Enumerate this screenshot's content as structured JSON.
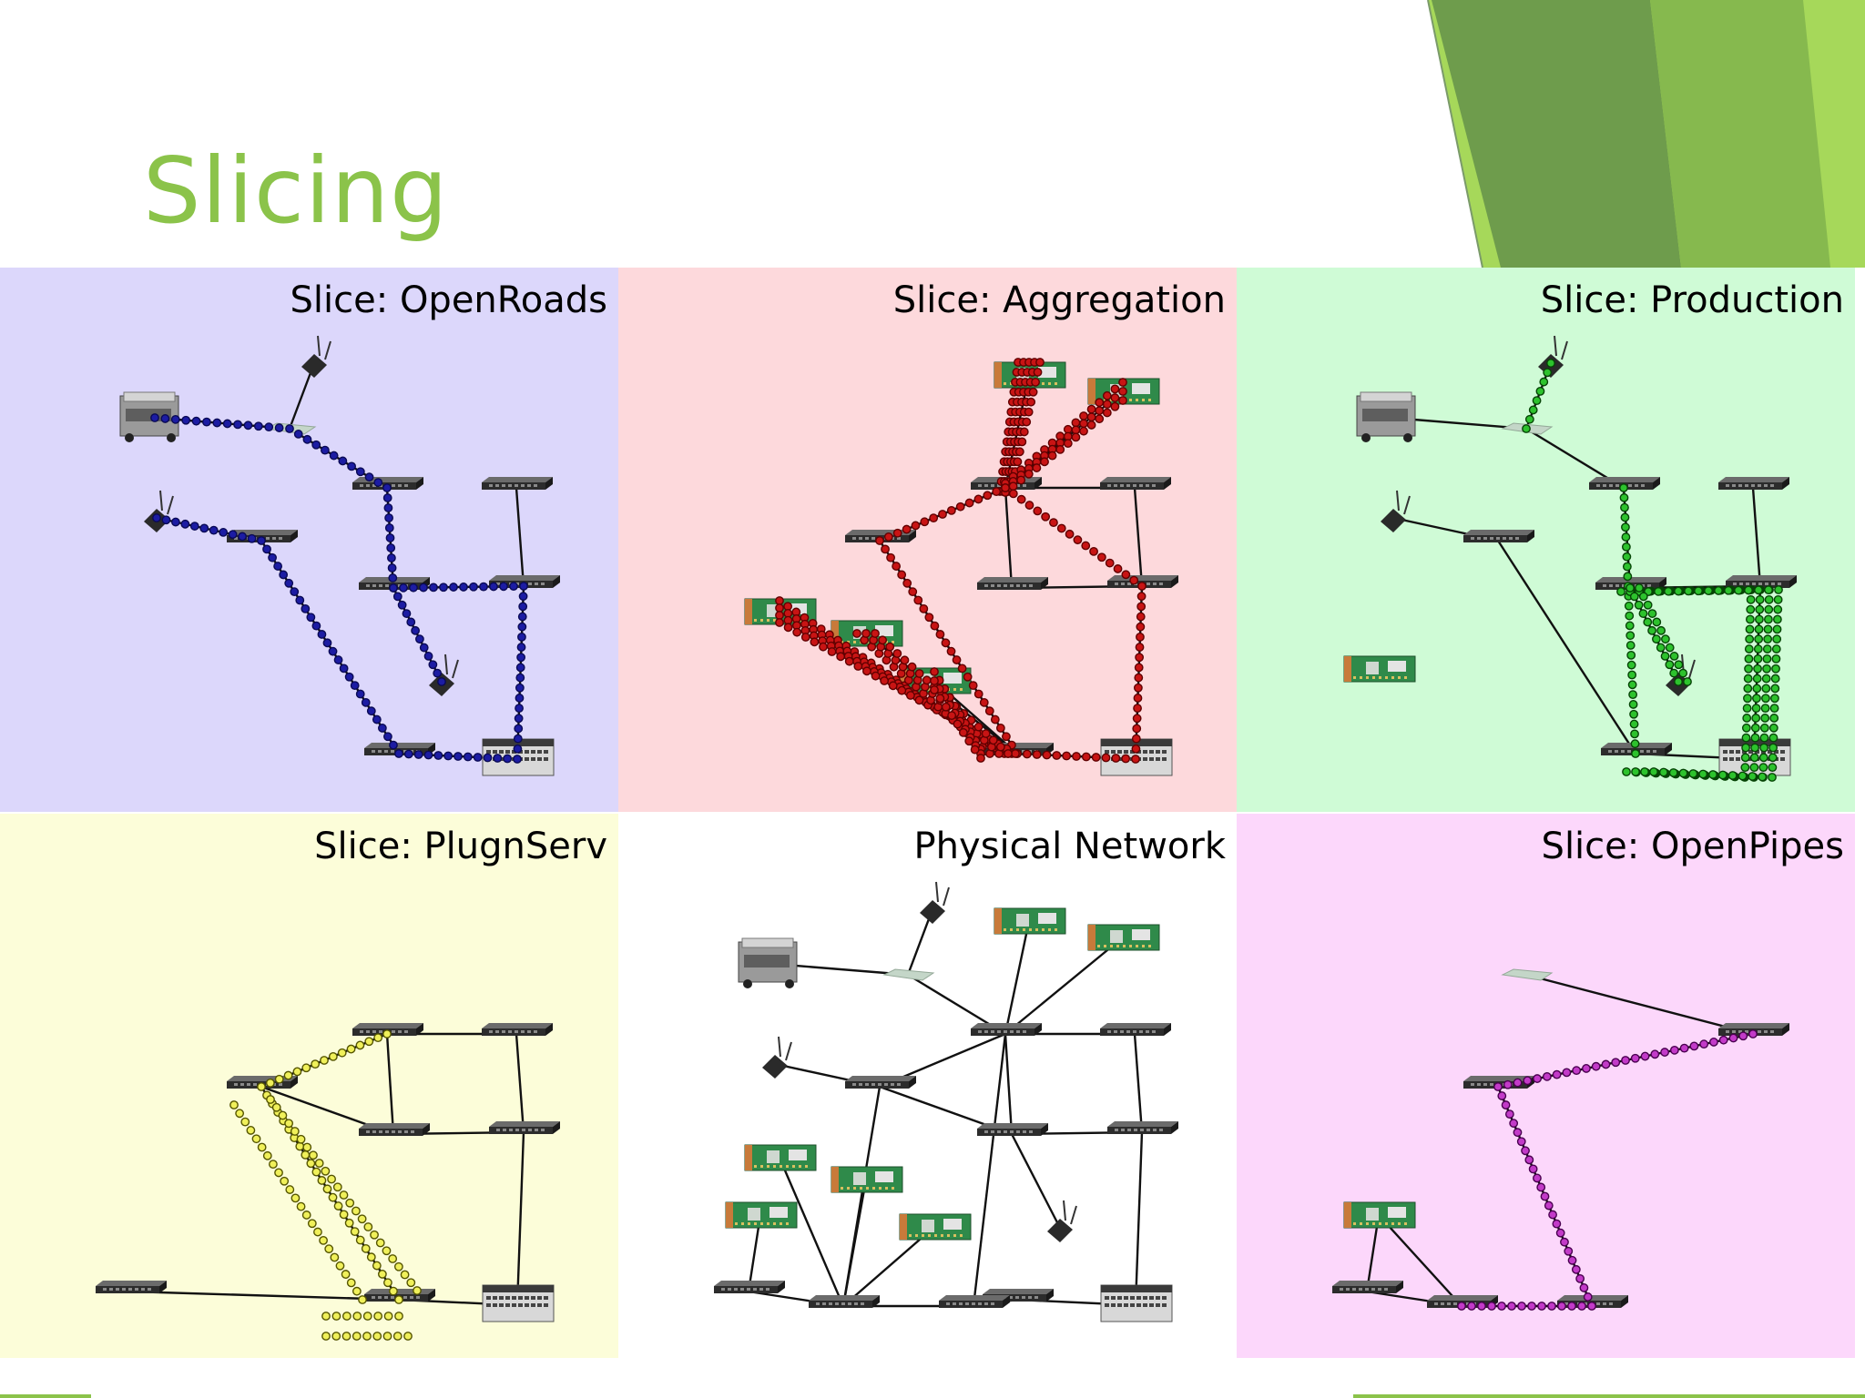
{
  "slide": {
    "title": "Slicing",
    "colors": {
      "title": "#8bc34a",
      "accent_dark": "#6b9a4a",
      "accent_light": "#8bc34a"
    }
  },
  "panels": [
    {
      "id": "openroads",
      "label": "Slice: OpenRoads",
      "background": "#dcd7fb",
      "dot_color": "#1c1ca3",
      "dot_stroke": "#0a0a55"
    },
    {
      "id": "aggregation",
      "label": "Slice: Aggregation",
      "background": "#fdd9dc",
      "dot_color": "#c81414",
      "dot_stroke": "#600000"
    },
    {
      "id": "production",
      "label": "Slice: Production",
      "background": "#cffbd6",
      "dot_color": "#2dc22d",
      "dot_stroke": "#064406"
    },
    {
      "id": "plugnserv",
      "label": "Slice: PlugnServ",
      "background": "#fcfdd9",
      "dot_color": "#f0f05a",
      "dot_stroke": "#555500"
    },
    {
      "id": "physical",
      "label": "Physical Network",
      "background": "#ffffff",
      "dot_color": "#000000",
      "dot_stroke": "#000000"
    },
    {
      "id": "openpipes",
      "label": "Slice: OpenPipes",
      "background": "#fcd7fb",
      "dot_color": "#c23ac8",
      "dot_stroke": "#4a0050"
    }
  ],
  "icons": [
    "openflow-switch-icon",
    "wireless-access-point-icon",
    "wimax-basestation-icon",
    "netfpga-board-icon",
    "aggregation-switch-icon"
  ]
}
